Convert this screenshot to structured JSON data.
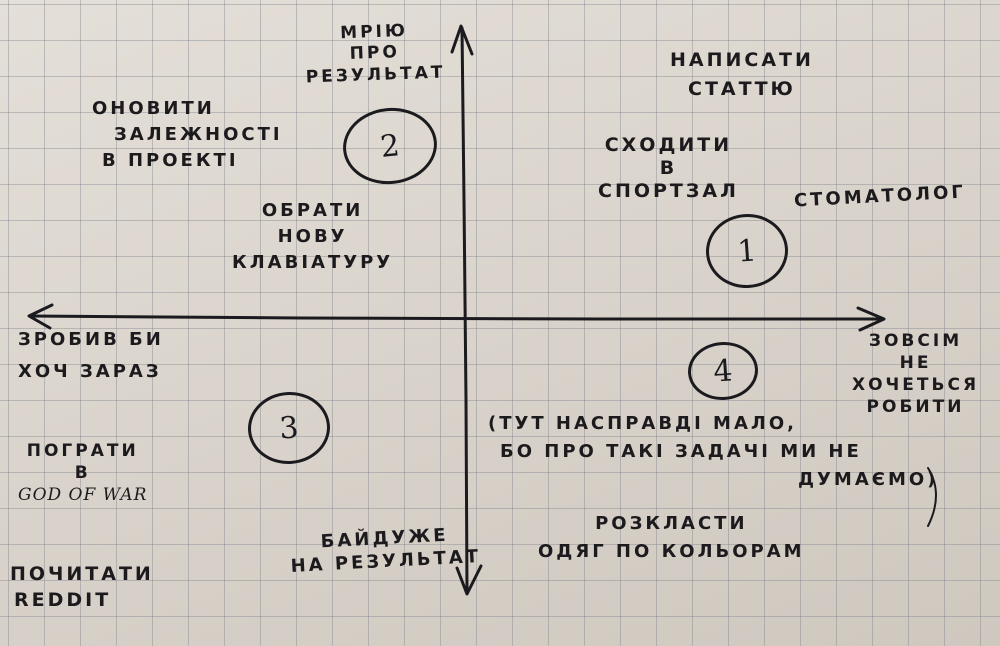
{
  "axes": {
    "top_label": [
      "мрію",
      "про",
      "результат"
    ],
    "bottom_label": [
      "байдуже",
      "на результат"
    ],
    "left_label": [
      "зробив би",
      "хоч зараз"
    ],
    "right_label": [
      "зовсім",
      "не",
      "хочеться",
      "робити"
    ]
  },
  "quadrants": {
    "q1": {
      "number": "1",
      "tasks": [
        [
          "написати",
          "статтю"
        ],
        [
          "сходити",
          "в",
          "спортзал"
        ],
        [
          "стоматолог"
        ]
      ]
    },
    "q2": {
      "number": "2",
      "tasks": [
        [
          "оновити",
          "залежності",
          "в проекті"
        ],
        [
          "обрати",
          "нову",
          "клавіатуру"
        ]
      ]
    },
    "q3": {
      "number": "3",
      "tasks": [
        [
          "пограти",
          "в",
          "God of war"
        ],
        [
          "почитати",
          "reddit"
        ]
      ]
    },
    "q4": {
      "number": "4",
      "tasks": [
        [
          "(тут насправді мало,",
          "бо про такі задачі ми не",
          "думаємо)"
        ],
        [
          "розкласти",
          "одяг по кольорам"
        ]
      ]
    }
  },
  "colors": {
    "ink": "#1b1a1e",
    "paper": "#dcd6cf",
    "grid": "#7f8490"
  }
}
